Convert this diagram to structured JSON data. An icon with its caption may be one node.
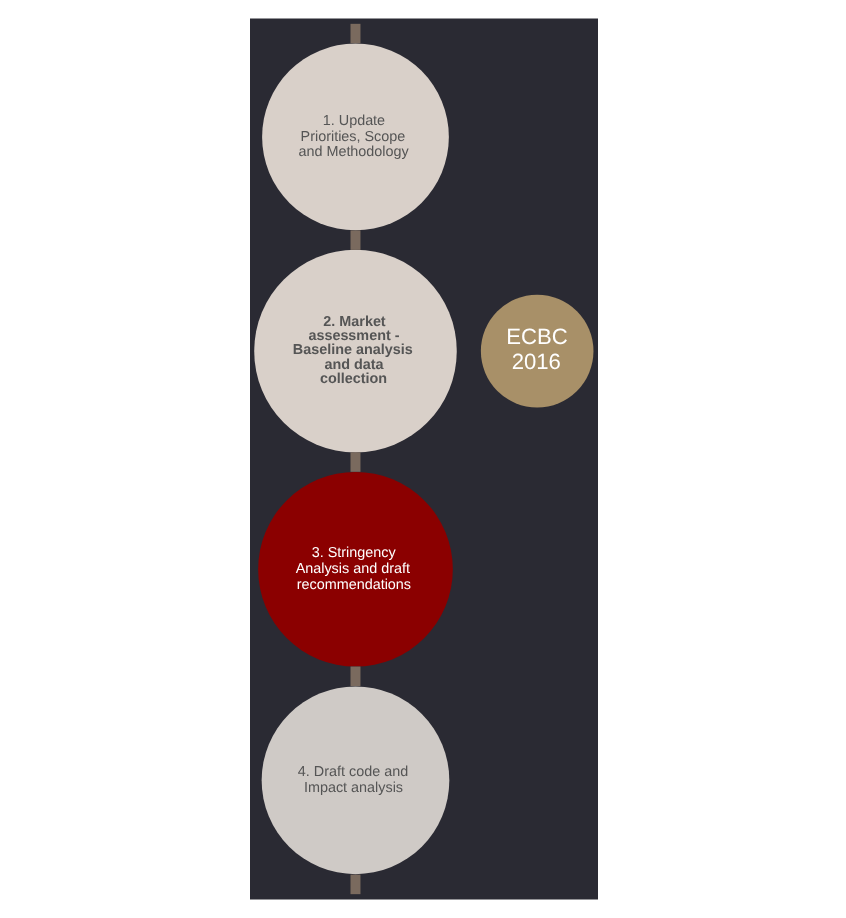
{
  "diagram": {
    "nodes": [
      {
        "text": [
          "1. Update Priorities, Scope and Methodology"
        ]
      },
      {
        "text": [
          "2. Market assessment - Baseline analysis and data collection"
        ]
      },
      {
        "text": [
          "ECBC",
          "2016"
        ]
      },
      {
        "text": [
          "3. Stringency Analysis and draft recommendations"
        ]
      },
      {
        "text": [
          "4. Draft code and Impact analysis"
        ]
      }
    ],
    "edges": [
      {
        "from": null,
        "to": 0,
        "arrow": "none"
      },
      {
        "from": 0,
        "to": 1,
        "arrow": "none"
      },
      {
        "from": 1,
        "to": 3,
        "arrow": "none"
      },
      {
        "from": 3,
        "to": 4,
        "arrow": "none"
      },
      {
        "from": 4,
        "to": null,
        "arrow": "none"
      }
    ]
  }
}
